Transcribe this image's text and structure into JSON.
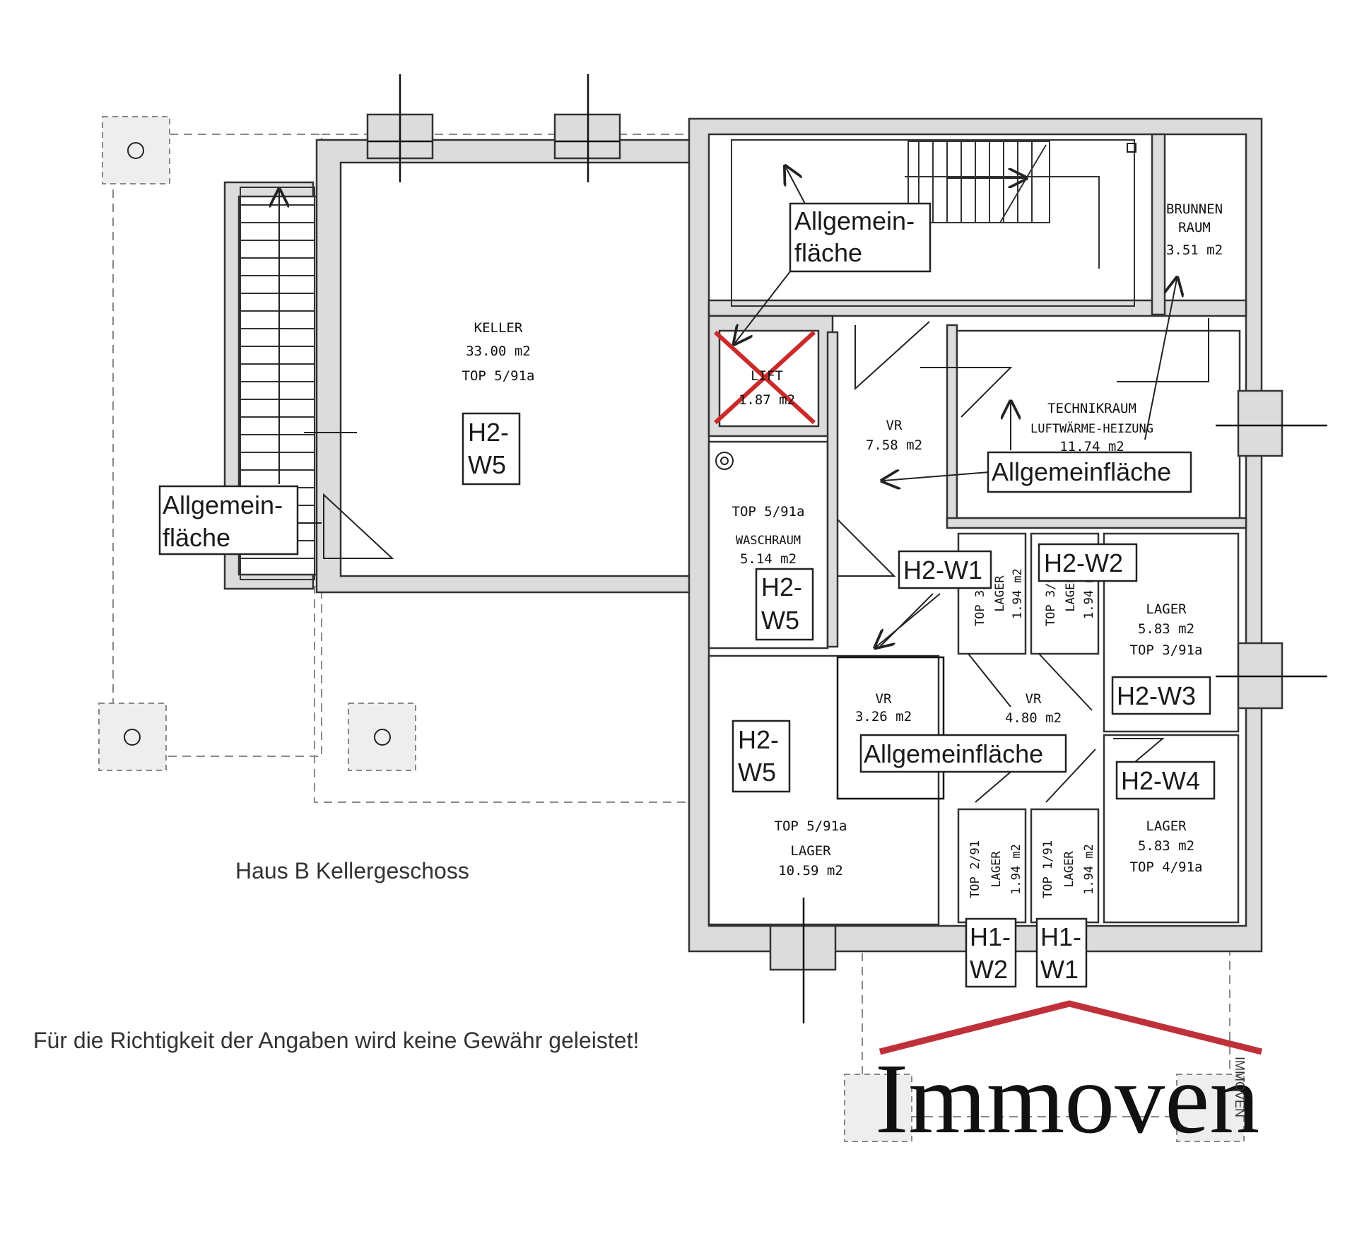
{
  "title": "Haus B Kellergeschoss",
  "disclaimer": "Für die Richtigkeit der Angaben wird keine Gewähr geleistet!",
  "logo": {
    "text": "Immoven",
    "side_text": "IMMOVEN",
    "roof_color": "#c0303a"
  },
  "rooms": {
    "keller": {
      "name": "KELLER",
      "area": "33.00 m2",
      "top": "TOP 5/91a"
    },
    "brunnen": {
      "name1": "BRUNNEN",
      "name2": "RAUM",
      "area": "3.51 m2"
    },
    "lift": {
      "name": "LIFT",
      "area": "1.87 m2"
    },
    "vr1": {
      "name": "VR",
      "area": "7.58 m2"
    },
    "technik": {
      "name1": "TECHNIKRAUM",
      "name2": "LUFTWÄRME-HEIZUNG",
      "area": "11.74 m2"
    },
    "wasch": {
      "top": "TOP 5/91a",
      "name": "WASCHRAUM",
      "area": "5.14 m2"
    },
    "lager_top3": {
      "name": "LAGER",
      "area": "5.83 m2",
      "top": "TOP 3/91a"
    },
    "vr2": {
      "name": "VR",
      "area": "3.26 m2"
    },
    "vr3": {
      "name": "VR",
      "area": "4.80 m2"
    },
    "lager_top5": {
      "top": "TOP 5/91a",
      "name": "LAGER",
      "area": "10.59 m2"
    },
    "lager_top4": {
      "name": "LAGER",
      "area": "5.83 m2",
      "top": "TOP 4/91a"
    },
    "small_upper_1": {
      "top": "TOP 3/91a",
      "name": "LAGER",
      "area": "1.94 m2"
    },
    "small_upper_2": {
      "top": "TOP 3/91a",
      "name": "LAGER",
      "area": "1.94 m2"
    },
    "small_lower_1": {
      "top": "TOP 2/91",
      "name": "LAGER",
      "area": "1.94 m2"
    },
    "small_lower_2": {
      "top": "TOP 1/91",
      "name": "LAGER",
      "area": "1.94 m2"
    }
  },
  "labels": {
    "allg_left_1": "Allgemein-",
    "allg_left_2": "fläche",
    "allg_top_1": "Allgemein-",
    "allg_top_2": "fläche",
    "allg_technik": "Allgemeinfläche",
    "allg_middle": "Allgemeinfläche",
    "h2w5_keller_1": "H2-",
    "h2w5_keller_2": "W5",
    "h2w5_wasch_1": "H2-",
    "h2w5_wasch_2": "W5",
    "h2w5_lager_1": "H2-",
    "h2w5_lager_2": "W5",
    "h2w1": "H2-W1",
    "h2w2": "H2-W2",
    "h2w3": "H2-W3",
    "h2w4": "H2-W4",
    "h1w2_1": "H1-",
    "h1w2_2": "W2",
    "h1w1_1": "H1-",
    "h1w1_2": "W1"
  }
}
